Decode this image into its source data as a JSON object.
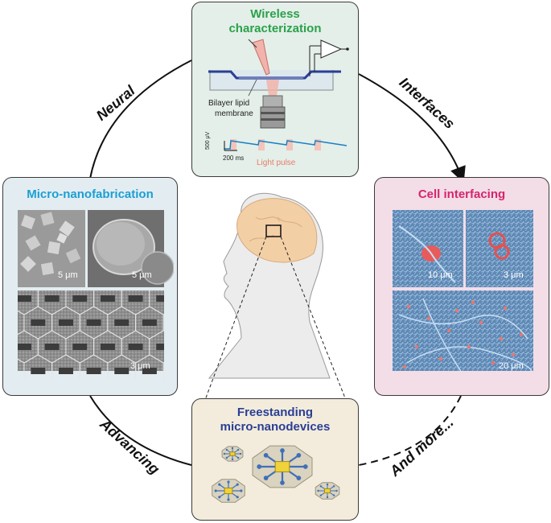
{
  "arc_labels": {
    "neural": "Neural",
    "interfaces": "Interfaces",
    "and_more": "And more...",
    "advancing": "Advancing"
  },
  "panels": {
    "top": {
      "title_line1": "Wireless",
      "title_line2": "characterization",
      "title_color": "#2aa14a",
      "membrane_label_line1": "Bilayer lipid",
      "membrane_label_line2": "membrane",
      "scale_voltage": "500 μV",
      "scale_time": "200 ms",
      "light_pulse": "Light pulse",
      "light_pulse_color": "#e87d6a"
    },
    "left": {
      "title": "Micro-nanofabrication",
      "title_color": "#1a9fd4",
      "scale_a": "5 μm",
      "scale_b": "5 μm",
      "scale_c": "3 μm"
    },
    "right": {
      "title": "Cell interfacing",
      "title_color": "#d6246e",
      "scale_a": "10 μm",
      "scale_b": "3 μm",
      "scale_c": "20 μm"
    },
    "bottom": {
      "title_line1": "Freestanding",
      "title_line2": "micro-nanodevices",
      "title_color": "#2a3f94"
    }
  },
  "colors": {
    "panel_border": "#3a3a3a",
    "head_skin": "#e8e8e8",
    "brain": "#f3cfa6"
  },
  "icons": [
    "laser-pipette-icon",
    "amplifier-icon",
    "objective-lens-icon",
    "head-silhouette-icon",
    "brain-icon",
    "microchip-icon"
  ]
}
